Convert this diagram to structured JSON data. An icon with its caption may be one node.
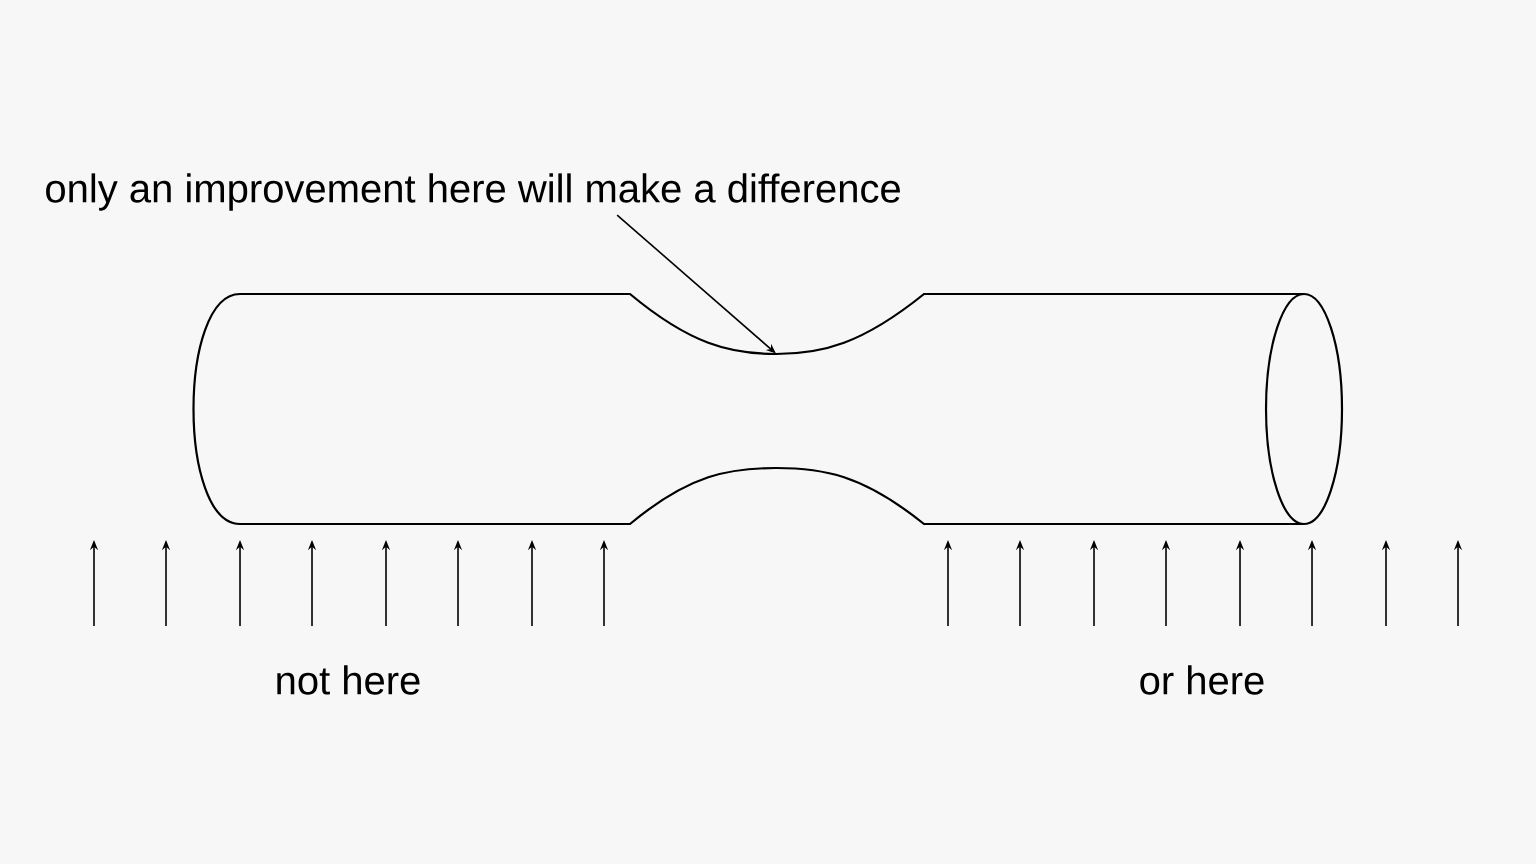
{
  "diagram": {
    "nodes": [
      {
        "text": [
          "only an improvement here will make a difference"
        ]
      },
      {
        "text": [],
        "shape": "cylinder"
      }
    ],
    "edges": [
      {
        "from": 0,
        "to": 1,
        "arrow": "to"
      }
    ],
    "labels": [
      "not here",
      "or here"
    ]
  }
}
